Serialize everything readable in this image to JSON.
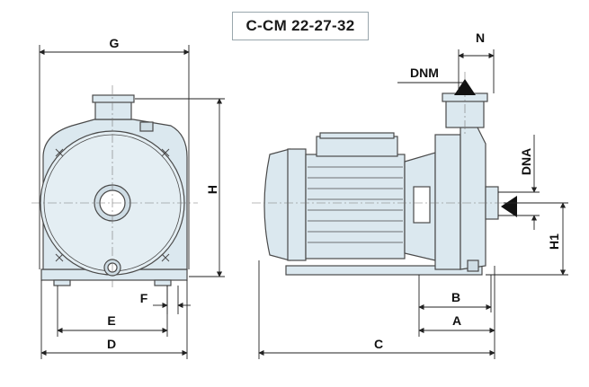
{
  "title": "C-CM 22-27-32",
  "dimension_labels": {
    "G": "G",
    "H": "H",
    "E": "E",
    "D": "D",
    "F": "F",
    "C": "C",
    "N": "N",
    "DNM": "DNM",
    "DNA": "DNA",
    "H1": "H1",
    "B": "B",
    "A": "A"
  },
  "colors": {
    "body_fill": "#dbe8ef",
    "line": "#4a4a4a",
    "dim_line": "#222222",
    "frame": "#9aa7ad"
  }
}
